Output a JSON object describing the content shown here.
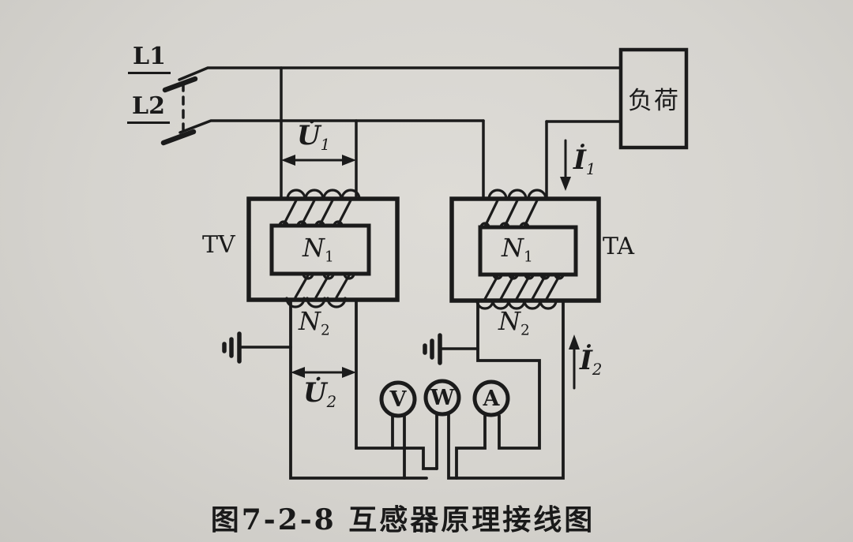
{
  "figure": {
    "caption": "图7-2-8  互感器原理接线图",
    "load_box_label": "负荷",
    "line_labels": {
      "l1": "L1",
      "l2": "L2"
    },
    "transformers": {
      "tv": {
        "name": "TV",
        "primary_turns": {
          "base": "N",
          "sub": "1"
        },
        "secondary_turns": {
          "base": "N",
          "sub": "2"
        }
      },
      "ta": {
        "name": "TA",
        "primary_turns": {
          "base": "N",
          "sub": "1"
        },
        "secondary_turns": {
          "base": "N",
          "sub": "2"
        }
      }
    },
    "quantities": {
      "u1": {
        "base": "U̇",
        "sub": "1"
      },
      "u2": {
        "base": "U̇",
        "sub": "2"
      },
      "i1": {
        "base": "İ",
        "sub": "1"
      },
      "i2": {
        "base": "İ",
        "sub": "2"
      }
    },
    "meters": {
      "voltmeter": "V",
      "wattmeter": "W",
      "ammeter": "A"
    },
    "colors": {
      "ink": "#1b1b1b",
      "paper": "#d6d4cf"
    }
  }
}
